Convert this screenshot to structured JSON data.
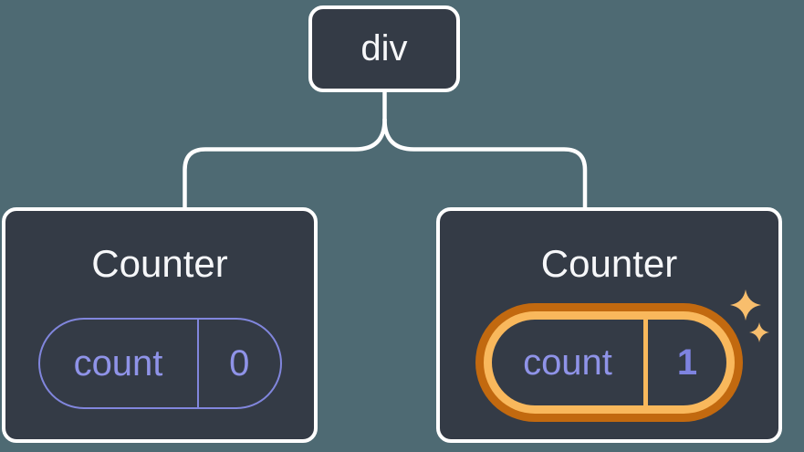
{
  "tree": {
    "root": {
      "label": "div"
    },
    "children": [
      {
        "title": "Counter",
        "state": {
          "name": "count",
          "value": "0"
        },
        "highlighted": false
      },
      {
        "title": "Counter",
        "state": {
          "name": "count",
          "value": "1"
        },
        "highlighted": true
      }
    ]
  },
  "icons": {
    "sparkles": "sparkles-icon"
  },
  "colors": {
    "background": "#4E6A73",
    "node_fill": "#343B46",
    "node_border": "#FFFFFF",
    "connector": "#FFFFFF",
    "state_accent": "#8186DD",
    "state_text": "#8F93E8",
    "highlight_outer": "#C2690F",
    "highlight_inner": "#F9B85C",
    "sparkle": "#F8BE6D"
  }
}
